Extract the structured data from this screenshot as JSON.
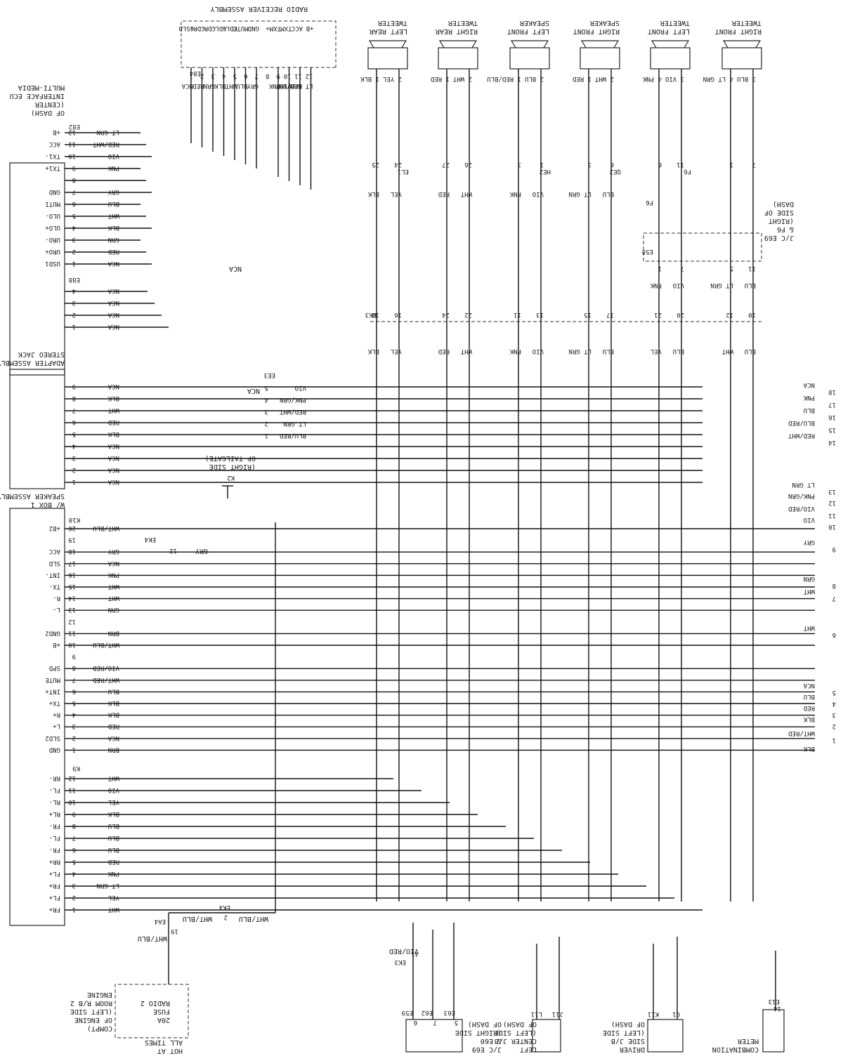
{
  "drawing_id": "369674",
  "components": {
    "radio_receiver": {
      "title": "RADIO RECEIVER ASSEMBLY",
      "connector": "E84",
      "pins": [
        {
          "name": "CSLD",
          "no": "1",
          "color": "NCA"
        },
        {
          "name": "CDR+",
          "no": "2",
          "color": "RED"
        },
        {
          "name": "CDR-",
          "no": "3",
          "color": "GRN"
        },
        {
          "name": "CDL-",
          "no": "4",
          "color": "BLK"
        },
        {
          "name": "CDL+",
          "no": "5",
          "color": "WHT"
        },
        {
          "name": "MUTE",
          "no": "6",
          "color": "BLU"
        },
        {
          "name": "GND",
          "no": "7",
          "color": "GRY"
        },
        {
          "name": "",
          "no": "8",
          "color": ""
        },
        {
          "name": "TXM+",
          "no": "9",
          "color": "PNK"
        },
        {
          "name": "TXM-",
          "no": "10",
          "color": "VIO"
        },
        {
          "name": "ACC",
          "no": "11",
          "color": "RED/WHT"
        },
        {
          "name": "+B",
          "no": "12",
          "color": "LT GRN"
        }
      ]
    },
    "mmi_ecu": {
      "title": [
        "MULTI-MEDIA",
        "INTERFACE ECU",
        "(CENTER",
        "OF DASH)"
      ],
      "conn_top": "E82",
      "conn_bot": "E88",
      "pins": [
        {
          "name": "+B",
          "no": "12",
          "color": "LT GRN"
        },
        {
          "name": "ACC",
          "no": "11",
          "color": "RED/WHT"
        },
        {
          "name": "TX1-",
          "no": "10",
          "color": "VIO"
        },
        {
          "name": "TX1+",
          "no": "9",
          "color": "PNK"
        },
        {
          "name": "",
          "no": "8",
          "color": ""
        },
        {
          "name": "GND",
          "no": "7",
          "color": "GRY"
        },
        {
          "name": "MUTI",
          "no": "6",
          "color": "BLU"
        },
        {
          "name": "ULO-",
          "no": "5",
          "color": "WHT"
        },
        {
          "name": "ULO+",
          "no": "4",
          "color": "BLK"
        },
        {
          "name": "URO-",
          "no": "3",
          "color": "GRN"
        },
        {
          "name": "URO+",
          "no": "2",
          "color": "RED"
        },
        {
          "name": "USD1",
          "no": "1",
          "color": "NCA"
        }
      ],
      "pins_e88": [
        {
          "no": "4",
          "color": "NCA"
        },
        {
          "no": "3",
          "color": "NCA"
        },
        {
          "no": "2",
          "color": "NCA"
        },
        {
          "no": "1",
          "color": "NCA"
        }
      ],
      "nca_mid": "NCA"
    },
    "stereo_jack": {
      "title": [
        "STEREO JACK",
        "ADAPTER ASSEMBLY"
      ],
      "connector": "EE3",
      "pins": [
        {
          "no": "9",
          "color": "NCA"
        },
        {
          "no": "8",
          "color": "BLK"
        },
        {
          "no": "7",
          "color": "WHT"
        },
        {
          "no": "6",
          "color": "RED"
        },
        {
          "no": "5",
          "color": "BLK"
        },
        {
          "no": "4",
          "color": "NCA"
        },
        {
          "no": "3",
          "color": "NCA"
        },
        {
          "no": "2",
          "color": "NCA"
        },
        {
          "no": "1",
          "color": "NCA"
        }
      ],
      "ee3_pins": [
        {
          "no": "5",
          "color": "VIO"
        },
        {
          "no": "4",
          "color": "PNK/GRN"
        },
        {
          "no": "3",
          "color": "RED/WHT"
        },
        {
          "no": "2",
          "color": "LT GRN"
        },
        {
          "no": "1",
          "color": "BLU/RED"
        }
      ],
      "nca": "NCA"
    },
    "ground": {
      "id": "K2",
      "text": [
        "(RIGHT SIDE",
        "OF TAILGATE)"
      ]
    },
    "speaker_box": {
      "title": [
        "SPEAKER ASSEMBLY",
        "W/ BOX 1"
      ],
      "conn_k10": "K10",
      "conn_k9": "K9",
      "k10_pins": [
        {
          "name": "+B2",
          "no": "20",
          "color": "WHT/BLU"
        },
        {
          "name": "",
          "no": "19",
          "color": ""
        },
        {
          "name": "ACC",
          "no": "18",
          "color": "GRY"
        },
        {
          "name": "SLD",
          "no": "17",
          "color": "NCA"
        },
        {
          "name": "INT-",
          "no": "16",
          "color": "PNK"
        },
        {
          "name": "TX-",
          "no": "15",
          "color": "WHT"
        },
        {
          "name": "R-",
          "no": "14",
          "color": "WHT"
        },
        {
          "name": "L-",
          "no": "13",
          "color": "GRN"
        },
        {
          "name": "",
          "no": "12",
          "color": ""
        },
        {
          "name": "GND2",
          "no": "11",
          "color": "BRN"
        },
        {
          "name": "+B",
          "no": "10",
          "color": "WHT/BLU"
        },
        {
          "name": "",
          "no": "9",
          "color": ""
        },
        {
          "name": "SPD",
          "no": "8",
          "color": "VIO/RED"
        },
        {
          "name": "MUTE",
          "no": "7",
          "color": "WHT/RED"
        },
        {
          "name": "INT+",
          "no": "6",
          "color": "BLU"
        },
        {
          "name": "TX+",
          "no": "5",
          "color": "BLK"
        },
        {
          "name": "R+",
          "no": "4",
          "color": "BLK"
        },
        {
          "name": "L+",
          "no": "3",
          "color": "RED"
        },
        {
          "name": "SLD2",
          "no": "2",
          "color": "NCA"
        },
        {
          "name": "GND",
          "no": "1",
          "color": "BRN"
        }
      ],
      "k9_pins": [
        {
          "name": "RR-",
          "no": "12",
          "color": "WHT"
        },
        {
          "name": "FL-",
          "no": "11",
          "color": "VIO"
        },
        {
          "name": "RL-",
          "no": "10",
          "color": "YEL"
        },
        {
          "name": "RL+",
          "no": "9",
          "color": "BLK"
        },
        {
          "name": "FR-",
          "no": "8",
          "color": "BLU"
        },
        {
          "name": "FL-",
          "no": "7",
          "color": "BLU"
        },
        {
          "name": "FR-",
          "no": "6",
          "color": "BLU"
        },
        {
          "name": "RR+",
          "no": "5",
          "color": "RED"
        },
        {
          "name": "FL+",
          "no": "4",
          "color": "PNK"
        },
        {
          "name": "FR+",
          "no": "3",
          "color": "LT GRN"
        },
        {
          "name": "FL+",
          "no": "2",
          "color": "YEL"
        },
        {
          "name": "FR+",
          "no": "1",
          "color": "WHT"
        }
      ],
      "ek4": {
        "id": "EK4",
        "no": "12",
        "color": "GRY"
      }
    },
    "speakers": [
      {
        "title": [
          "TWEETER",
          "LEFT REAR"
        ],
        "pins": [
          {
            "no": "2",
            "color": "YEL"
          },
          {
            "no": "1",
            "color": "BLK"
          }
        ],
        "conn": "EL1",
        "conn_pins": [
          "24",
          "25"
        ],
        "conn_colors": [
          "YEL",
          "BLK"
        ],
        "ek3_pins": [
          "16",
          "14"
        ],
        "ek3_colors": [
          "YEL",
          "BLK"
        ]
      },
      {
        "title": [
          "TWEETER",
          "RIGHT REAR"
        ],
        "pins": [
          {
            "no": "2",
            "color": "WHT"
          },
          {
            "no": "1",
            "color": "RED"
          }
        ],
        "conn": "",
        "conn_pins": [
          "26",
          "27"
        ],
        "conn_colors": [
          "WHT",
          "RED"
        ],
        "ek3_pins": [
          "22",
          "24"
        ],
        "ek3_colors": [
          "WHT",
          "RED"
        ]
      },
      {
        "title": [
          "SPEAKER",
          "LEFT FRONT"
        ],
        "pins": [
          {
            "no": "2",
            "color": "BLU"
          },
          {
            "no": "1",
            "color": "RED/BLU"
          }
        ],
        "conn": "HE2",
        "conn_pins": [
          "1",
          "3"
        ],
        "conn_colors": [
          "VIO",
          "PNK"
        ],
        "ek3_pins": [
          "13",
          "11"
        ],
        "ek3_colors": [
          "VIO",
          "PNK"
        ]
      },
      {
        "title": [
          "SPEAKER",
          "RIGHT FRONT"
        ],
        "pins": [
          {
            "no": "2",
            "color": "WHT"
          },
          {
            "no": "1",
            "color": "RED"
          }
        ],
        "conn": "QE2",
        "conn_pins": [
          "6",
          "3"
        ],
        "conn_colors": [
          "BLU",
          "LT GRN"
        ],
        "ek3_pins": [
          "17",
          "15"
        ],
        "ek3_colors": [
          "BLU",
          "LT GRN"
        ]
      },
      {
        "title": [
          "TWEETER",
          "LEFT FRONT"
        ],
        "pins": [
          {
            "no": "3",
            "color": "VIO"
          },
          {
            "no": "4",
            "color": "PNK"
          }
        ],
        "conn": "F6",
        "conn_pins": [
          "11",
          "6"
        ],
        "conn_colors": [],
        "e58_pins": [
          "7",
          "1"
        ],
        "e58_colors": [
          "VIO",
          "PNK"
        ],
        "ek3_pins": [
          "20",
          "21"
        ],
        "ek3_colors": [
          "BLU",
          "YEL"
        ]
      },
      {
        "title": [
          "TWEETER",
          "RIGHT FRONT"
        ],
        "pins": [
          {
            "no": "3",
            "color": "BLU"
          },
          {
            "no": "4",
            "color": "LT GRN"
          }
        ],
        "conn": "",
        "conn_pins": [
          "7",
          "1"
        ],
        "conn_colors": [],
        "e58_pins": [
          "11",
          "5"
        ],
        "e58_colors": [
          "BLU",
          "LT GRN"
        ],
        "ek3_pins": [
          "10",
          "12"
        ],
        "ek3_colors": [
          "BLU",
          "WHT"
        ]
      }
    ],
    "ek3_connector": "EK3",
    "jc_e69_f6": {
      "title": [
        "J/C E69",
        "& F6",
        "(RIGHT",
        "SIDE OF",
        "DASH)"
      ],
      "e58": "E58"
    },
    "right_terminals": [
      {
        "no": "18",
        "color": "NCA"
      },
      {
        "no": "17",
        "color": "PNK"
      },
      {
        "no": "16",
        "color": "BLU"
      },
      {
        "no": "15",
        "color": "BLU/RED"
      },
      {
        "no": "14",
        "color": "RED/WHT"
      },
      {
        "no": "13",
        "color": "LT GRN"
      },
      {
        "no": "12",
        "color": "PNK/GRN"
      },
      {
        "no": "11",
        "color": "VIO/RED"
      },
      {
        "no": "10",
        "color": "VIO"
      },
      {
        "no": "9",
        "color": "GRY"
      },
      {
        "no": "8",
        "color": "GRN"
      },
      {
        "no": "7",
        "color": "WHT"
      },
      {
        "no": "6",
        "color": "WHT"
      },
      {
        "no": "5",
        "color": "NCA"
      },
      {
        "no": "4",
        "color": "BLU"
      },
      {
        "no": "3",
        "color": "RED"
      },
      {
        "no": "2",
        "color": "BLK"
      },
      {
        "no": "1",
        "color": "WHT/RED"
      },
      {
        "no": "",
        "color": "BLK"
      }
    ],
    "hot_at_all_times": {
      "label": [
        "HOT AT",
        "ALL TIMES"
      ],
      "fuse": [
        "RADIO 2",
        "FUSE",
        "20A"
      ],
      "location": [
        "ENGINE",
        "ROOM R/B 2",
        "(LEFT SIDE",
        "OF ENGINE",
        "COMPT)"
      ],
      "ea4": "EA4",
      "ea4_pin": "19",
      "ea4_color": "WHT/BLU",
      "ek4": "EK4",
      "ek4_pin": "2",
      "ek4_color": "WHT/BLU",
      "mid_color": "WHT/BLU"
    },
    "bottom": {
      "vio_red": "VIO/RED",
      "ek3": "EK3",
      "ek3_pin": "41",
      "jc_e69": {
        "title": [
          "J/C E69",
          "& E60",
          "(RIGHT SIDE",
          "OF DASH)"
        ],
        "e59": "E59",
        "e62": "E62",
        "e63": "E63",
        "pins": [
          "6",
          "7",
          "5"
        ]
      },
      "left_center": {
        "title": [
          "LEFT",
          "CENTER J/B",
          "(LEFT SIDE",
          "OF DASH)"
        ],
        "pins": [
          "L11",
          "J11"
        ]
      },
      "driver_side": {
        "title": [
          "DRIVER",
          "SIDE J/B",
          "(LEFT SIDE",
          "OF DASH)"
        ],
        "pins": [
          "K11",
          "G1"
        ]
      },
      "combination_meter": {
        "title": [
          "COMBINATION",
          "METER"
        ],
        "conn": "E13",
        "pin": "14"
      }
    }
  }
}
